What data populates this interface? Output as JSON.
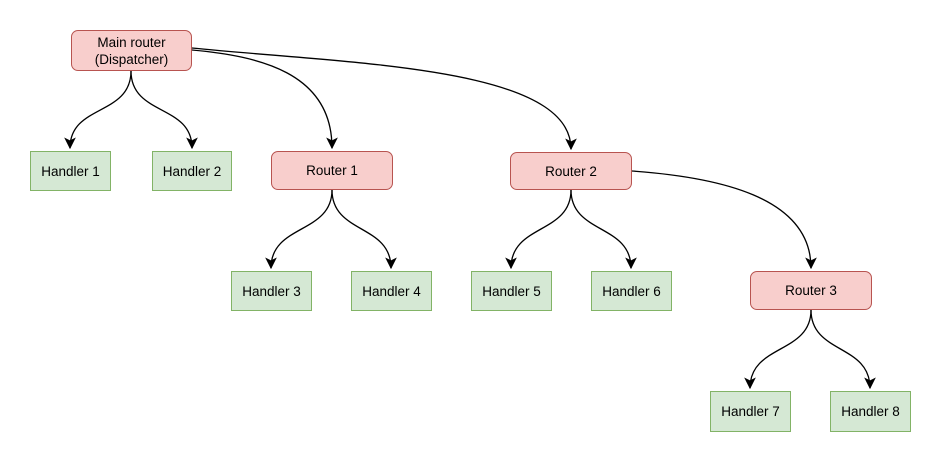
{
  "diagram": {
    "type": "tree",
    "background": "#ffffff",
    "colors": {
      "router_fill": "#f8cecc",
      "router_border": "#b85450",
      "handler_fill": "#d5e8d4",
      "handler_border": "#82b366",
      "edge_stroke": "#000000",
      "text": "#000000",
      "background": "#ffffff"
    },
    "nodes": [
      {
        "id": "main-router",
        "label": "Main router (Dispatcher)",
        "kind": "router"
      },
      {
        "id": "handler-1",
        "label": "Handler 1",
        "kind": "handler"
      },
      {
        "id": "handler-2",
        "label": "Handler 2",
        "kind": "handler"
      },
      {
        "id": "router-1",
        "label": "Router 1",
        "kind": "router"
      },
      {
        "id": "router-2",
        "label": "Router 2",
        "kind": "router"
      },
      {
        "id": "handler-3",
        "label": "Handler 3",
        "kind": "handler"
      },
      {
        "id": "handler-4",
        "label": "Handler 4",
        "kind": "handler"
      },
      {
        "id": "handler-5",
        "label": "Handler 5",
        "kind": "handler"
      },
      {
        "id": "handler-6",
        "label": "Handler 6",
        "kind": "handler"
      },
      {
        "id": "router-3",
        "label": "Router 3",
        "kind": "router"
      },
      {
        "id": "handler-7",
        "label": "Handler 7",
        "kind": "handler"
      },
      {
        "id": "handler-8",
        "label": "Handler 8",
        "kind": "handler"
      }
    ],
    "edges": [
      {
        "from": "main-router",
        "to": "handler-1"
      },
      {
        "from": "main-router",
        "to": "handler-2"
      },
      {
        "from": "main-router",
        "to": "router-1"
      },
      {
        "from": "main-router",
        "to": "router-2"
      },
      {
        "from": "router-1",
        "to": "handler-3"
      },
      {
        "from": "router-1",
        "to": "handler-4"
      },
      {
        "from": "router-2",
        "to": "handler-5"
      },
      {
        "from": "router-2",
        "to": "handler-6"
      },
      {
        "from": "router-2",
        "to": "router-3"
      },
      {
        "from": "router-3",
        "to": "handler-7"
      },
      {
        "from": "router-3",
        "to": "handler-8"
      }
    ]
  }
}
